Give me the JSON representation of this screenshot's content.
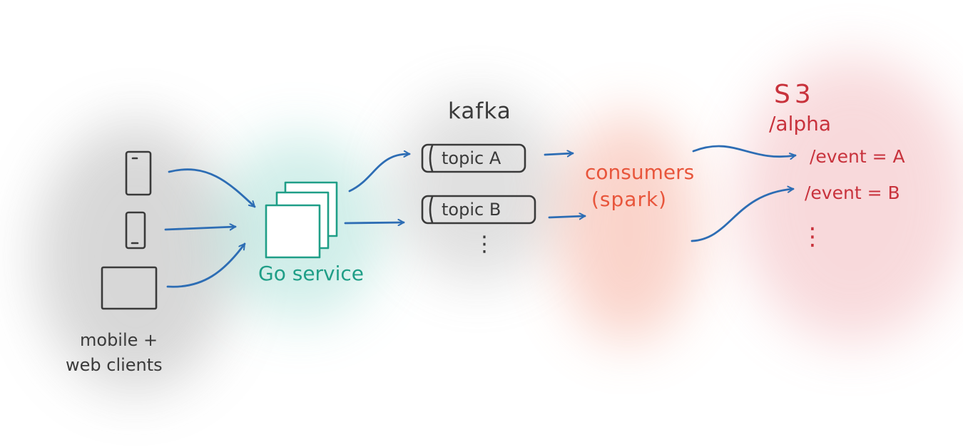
{
  "clients": {
    "label_line1": "mobile +",
    "label_line2": "web clients"
  },
  "service": {
    "label": "Go service"
  },
  "kafka": {
    "title": "kafka",
    "topics": [
      "topic A",
      "topic B"
    ],
    "more": "⋮"
  },
  "consumers": {
    "line1": "consumers",
    "line2": "(spark)"
  },
  "s3": {
    "title": "S3",
    "path": "/alpha",
    "partitions": [
      "/event = A",
      "/event = B"
    ],
    "more": "⋮"
  },
  "colors": {
    "ink": "#3a3a3a",
    "arrow": "#2d6db4",
    "go": "#1f9e87",
    "spark": "#e8553b",
    "s3": "#c8323c"
  }
}
